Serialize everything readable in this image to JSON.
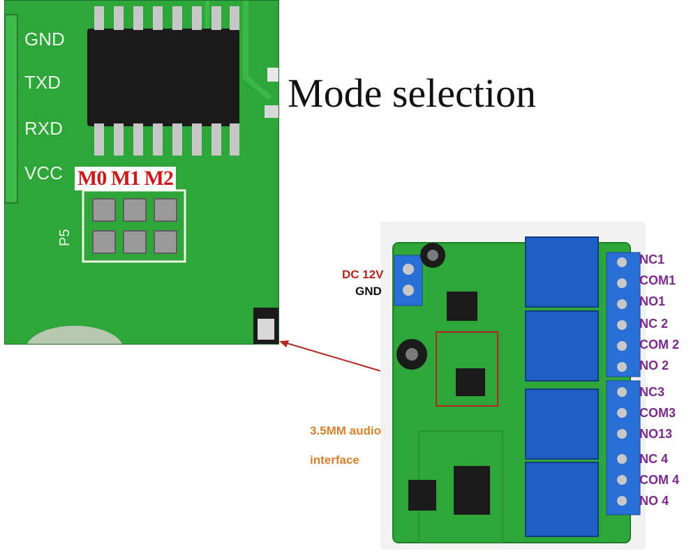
{
  "title": "Mode selection",
  "zoom_inset": {
    "pin_labels": [
      "GND",
      "TXD",
      "RXD",
      "VCC"
    ],
    "mode_labels": "M0 M1 M2"
  },
  "power": {
    "dc": "DC 12V",
    "gnd": "GND"
  },
  "audio": {
    "line1": "3.5MM audio",
    "line2": "interface"
  },
  "terminals": [
    "NC1",
    "COM1",
    "NO1",
    "NC 2",
    "COM 2",
    "NO 2",
    "NC3",
    "COM3",
    "NO13",
    "NC 4",
    "COM 4",
    "NO 4"
  ],
  "colors": {
    "pcb_green": "#2fa63a",
    "relay_blue": "#1f5fc4",
    "label_red": "#b3261e",
    "terminal_purple": "#7a2a8c",
    "audio_orange": "#d9822b"
  }
}
